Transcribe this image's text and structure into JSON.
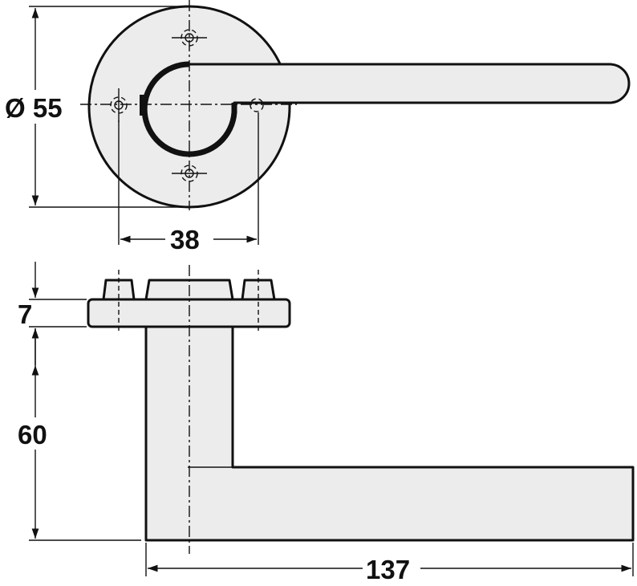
{
  "dimensions": {
    "rose_diameter": "Ø 55",
    "hole_spacing": "38",
    "rose_thickness": "7",
    "projection": "60",
    "lever_length": "137"
  },
  "colors": {
    "line": "#111111",
    "face": "#ececec",
    "background": "#ffffff"
  }
}
